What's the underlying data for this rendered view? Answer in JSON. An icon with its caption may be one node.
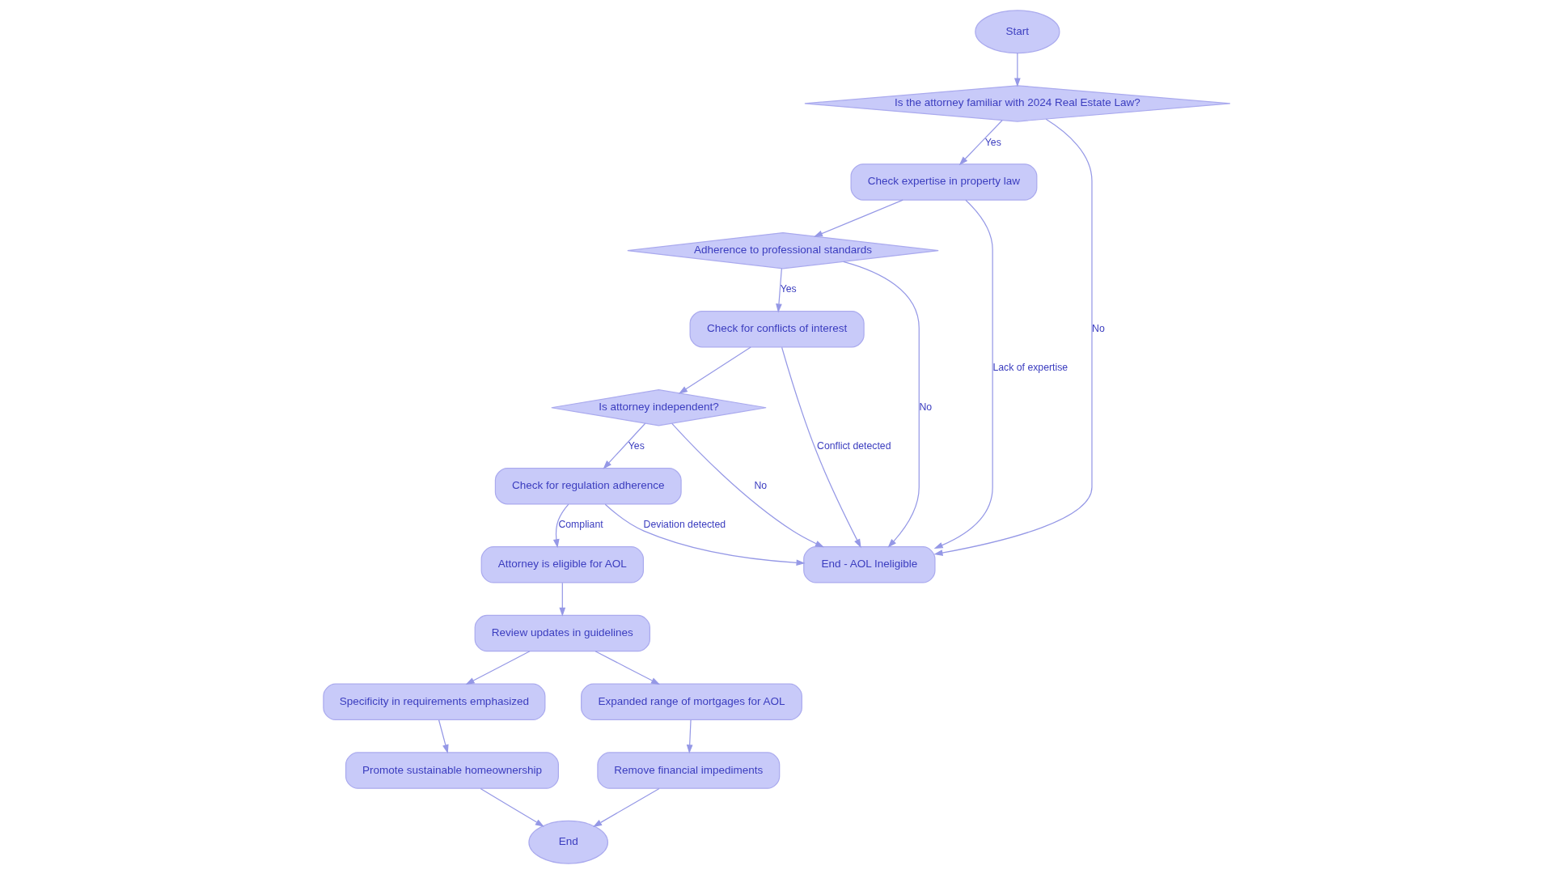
{
  "diagram": {
    "nodes": [
      {
        "text": [
          "Start"
        ]
      },
      {
        "text": [
          "Is the attorney familiar with 2024 Real Estate Law?"
        ]
      },
      {
        "text": [
          "Check expertise in property law"
        ]
      },
      {
        "text": [
          "Adherence to professional standards"
        ]
      },
      {
        "text": [
          "Check for conflicts of interest"
        ]
      },
      {
        "text": [
          "Is attorney independent?"
        ]
      },
      {
        "text": [
          "Check for regulation adherence"
        ]
      },
      {
        "text": [
          "End - AOL Ineligible"
        ]
      },
      {
        "text": [
          "Attorney is eligible for AOL"
        ]
      },
      {
        "text": [
          "Review updates in guidelines"
        ]
      },
      {
        "text": [
          "Specificity in requirements emphasized"
        ]
      },
      {
        "text": [
          "Expanded range of mortgages for AOL"
        ]
      },
      {
        "text": [
          "Promote sustainable homeownership"
        ]
      },
      {
        "text": [
          "Remove financial impediments"
        ]
      },
      {
        "text": [
          "End"
        ]
      }
    ],
    "edges": [
      {
        "from": 0,
        "to": 1,
        "arrow": "to"
      },
      {
        "from": 1,
        "to": 2,
        "arrow": "to",
        "label": "Yes"
      },
      {
        "from": 1,
        "to": 7,
        "arrow": "to",
        "label": "No"
      },
      {
        "from": 2,
        "to": 7,
        "arrow": "to",
        "label": "Lack of expertise"
      },
      {
        "from": 2,
        "to": 3,
        "arrow": "to"
      },
      {
        "from": 3,
        "to": 4,
        "arrow": "to",
        "label": "Yes"
      },
      {
        "from": 3,
        "to": 7,
        "arrow": "to",
        "label": "No"
      },
      {
        "from": 4,
        "to": 7,
        "arrow": "to",
        "label": "Conflict detected"
      },
      {
        "from": 4,
        "to": 5,
        "arrow": "to"
      },
      {
        "from": 5,
        "to": 6,
        "arrow": "to",
        "label": "Yes"
      },
      {
        "from": 5,
        "to": 7,
        "arrow": "to",
        "label": "No"
      },
      {
        "from": 6,
        "to": 7,
        "arrow": "to",
        "label": "Deviation detected"
      },
      {
        "from": 6,
        "to": 8,
        "arrow": "to",
        "label": "Compliant"
      },
      {
        "from": 8,
        "to": 9,
        "arrow": "to"
      },
      {
        "from": 9,
        "to": 10,
        "arrow": "to"
      },
      {
        "from": 9,
        "to": 11,
        "arrow": "to"
      },
      {
        "from": 10,
        "to": 12,
        "arrow": "to"
      },
      {
        "from": 11,
        "to": 13,
        "arrow": "to"
      },
      {
        "from": 12,
        "to": 14,
        "arrow": "to"
      },
      {
        "from": 13,
        "to": 14,
        "arrow": "to"
      }
    ]
  }
}
